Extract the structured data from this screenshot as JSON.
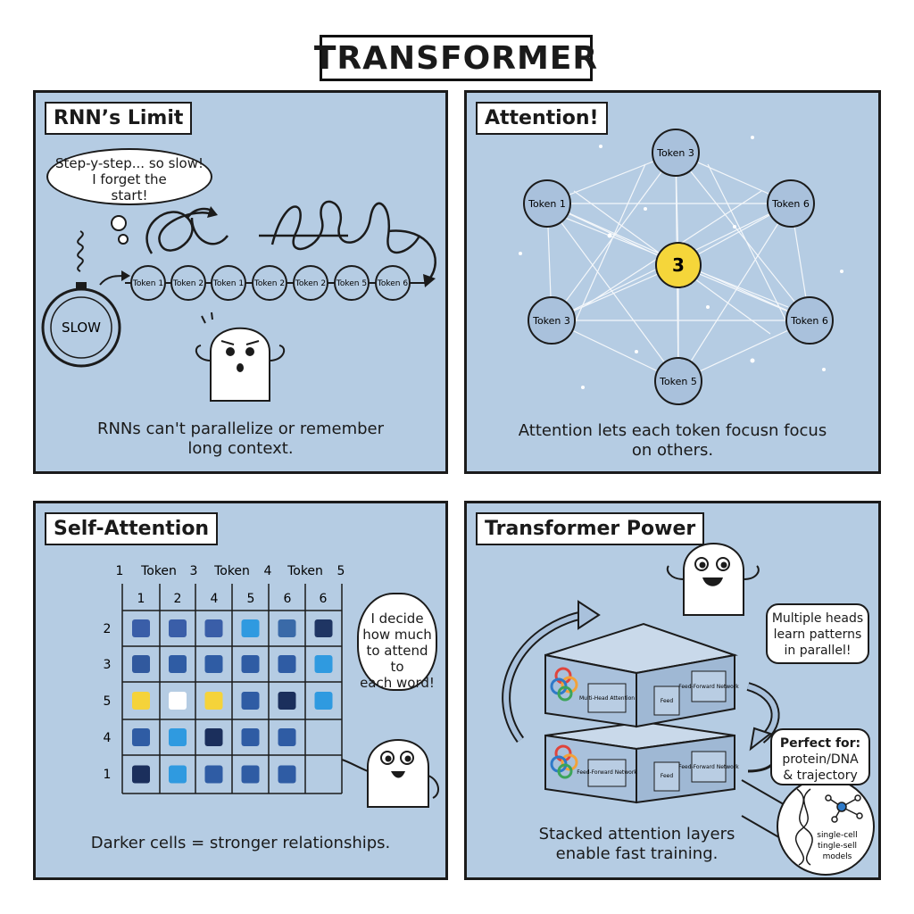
{
  "title": "TRANSFORMER",
  "panels": {
    "rnn": {
      "title": "RNN’s Limit",
      "bubble_line1": "Step-y-step... so slow!",
      "bubble_line2": "I forget the",
      "bubble_line3": "start!",
      "clock_label": "SLOW",
      "tokens": [
        "Token 1",
        "Token 2",
        "Token 1",
        "Token 2",
        "Token 2",
        "Token 5",
        "Token 6"
      ],
      "caption_line1": "RNNs can't parallelize or remember",
      "caption_line2": "long context."
    },
    "attention": {
      "title": "Attention!",
      "nodes": [
        "Token 3",
        "Token 1",
        "Token 6",
        "Token 3",
        "Token 6",
        "Token 5"
      ],
      "center": "3",
      "caption_line1": "Attention lets each token focusn focus",
      "caption_line2": "on others."
    },
    "self_attention": {
      "title": "Self-Attention",
      "top_labels": [
        "1",
        "Token",
        "3",
        "Token",
        "4",
        "Token",
        "5"
      ],
      "col_labels": [
        "1",
        "2",
        "4",
        "5",
        "6",
        "6"
      ],
      "row_labels": [
        "2",
        "3",
        "5",
        "4",
        "1"
      ],
      "bubble_line1": "I decide",
      "bubble_line2": "how much",
      "bubble_line3": "to attend to",
      "bubble_line4": "each word!",
      "caption": "Darker cells = stronger relationships.",
      "matrix_colors": [
        [
          "#3a5ea8",
          "#3a5ea8",
          "#3a5ea8",
          "#2f9ae0",
          "#3a6aa8",
          "#1f3563"
        ],
        [
          "#31599e",
          "#2f5ca4",
          "#2f5ca4",
          "#2f5ca4",
          "#2f5ca4",
          "#2f9ae0"
        ],
        [
          "#f5d33a",
          "#ffffff",
          "#f5d33a",
          "#2f5ca4",
          "#1b2f5c",
          "#2f9ae0"
        ],
        [
          "#2f5ca4",
          "#2f9ae0",
          "#1b2f5c",
          "#2f5ca4",
          "#2f5ca4",
          ""
        ],
        [
          "#1b2f5c",
          "#2f9ae0",
          "#2f5ca4",
          "#2f5ca4",
          "#2f5ca4",
          ""
        ]
      ]
    },
    "transformer": {
      "title": "Transformer Power",
      "bubble1_line1": "Multiple heads",
      "bubble1_line2": "learn patterns",
      "bubble1_line3": "in parallel!",
      "bubble2_line1": "Perfect for:",
      "bubble2_line2": "protein/DNA",
      "bubble2_line3": "& trajectory",
      "layer_labels": [
        "Multi-Head Attention",
        "Feed",
        "Feed-Forward Network"
      ],
      "layer2_labels": [
        "Feed-Forward Network",
        "Feed",
        "Feed-Forward Network"
      ],
      "bio_line1": "single-cell",
      "bio_line2": "tingle-sell",
      "bio_line3": "models",
      "caption_line1": "Stacked attention layers",
      "caption_line2": "enable fast training."
    }
  }
}
